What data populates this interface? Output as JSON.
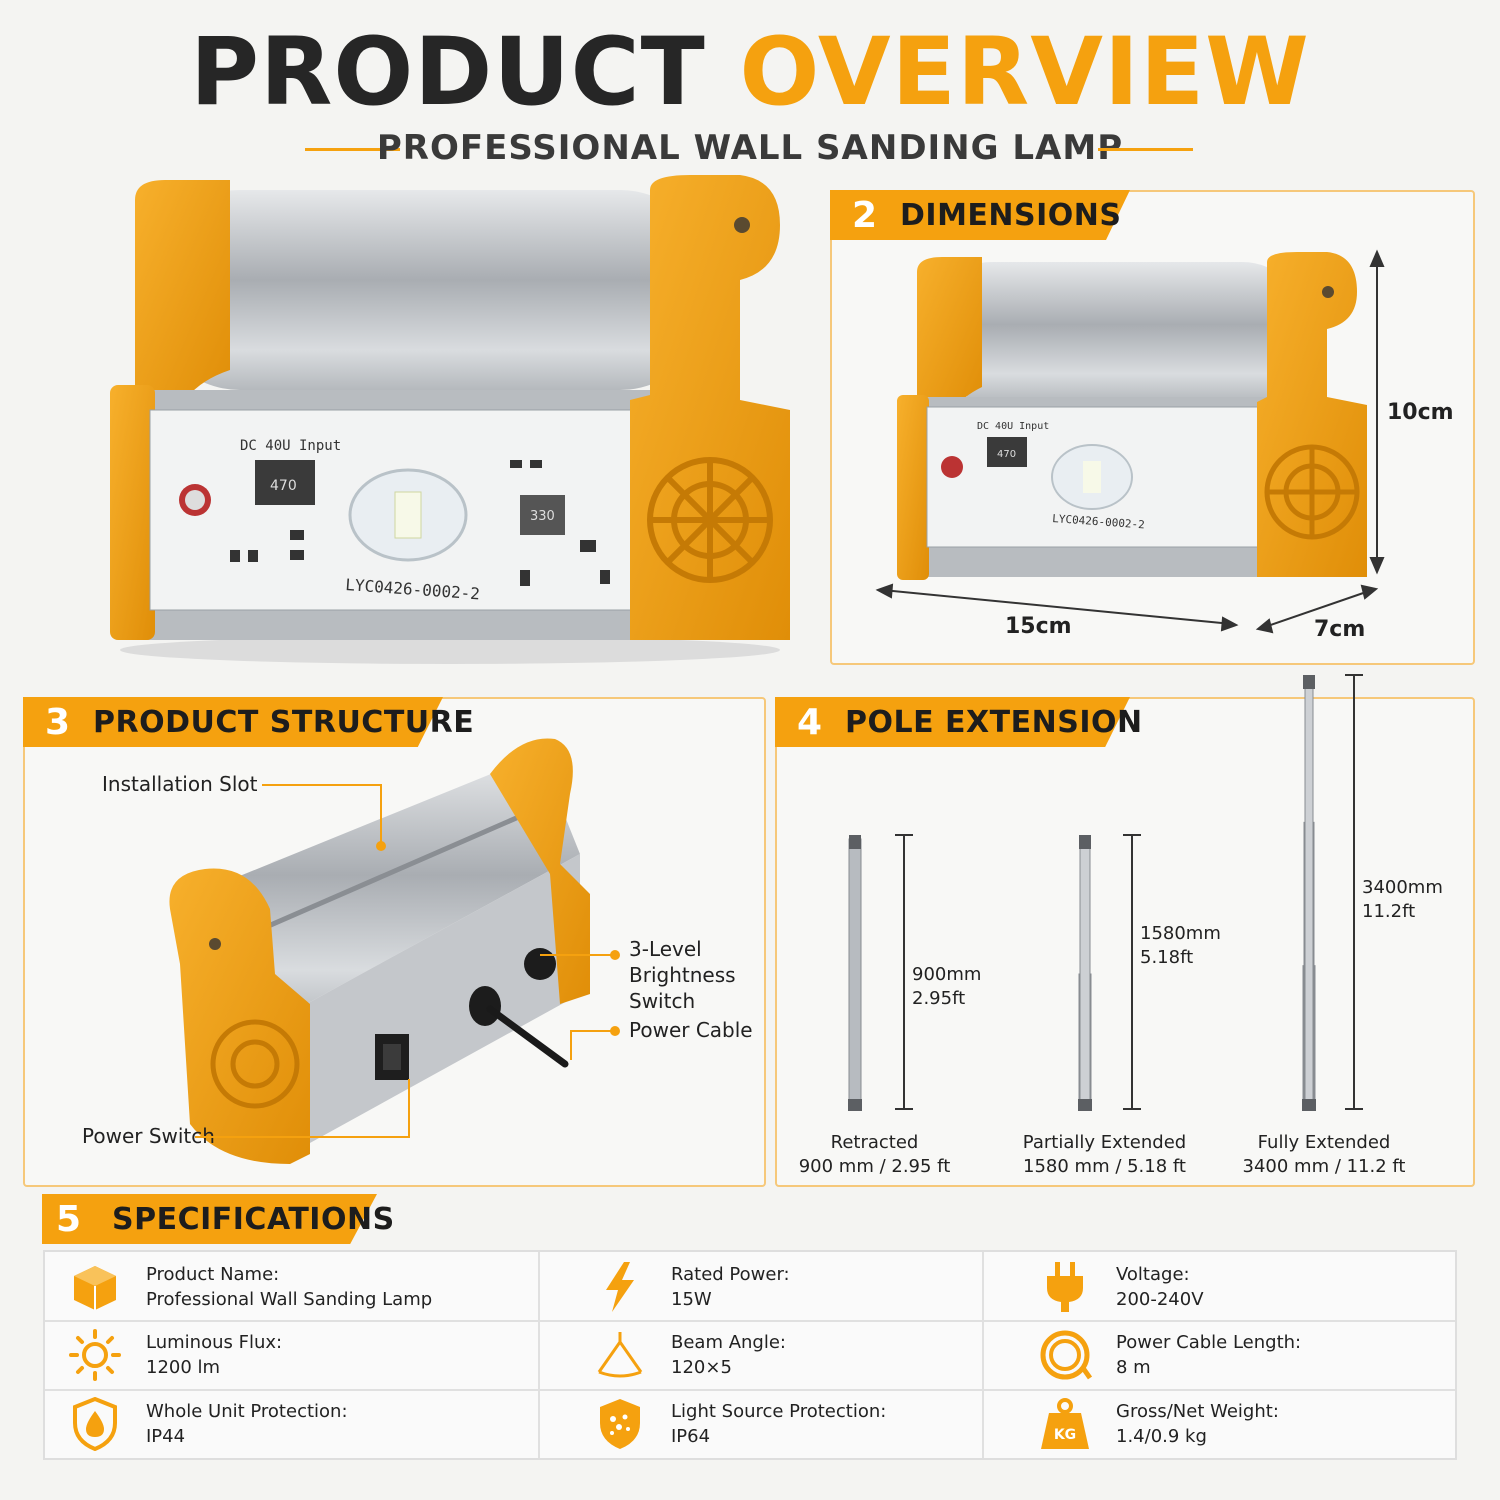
{
  "header": {
    "title_part1": "PRODUCT",
    "title_part2": "OVERVIEW",
    "subtitle": "PROFESSIONAL WALL SANDING LAMP"
  },
  "hero": {
    "board_label_input": "DC 40U Input",
    "board_model": "LYC0426-0002-2",
    "inductor_1": "470",
    "inductor_2": "330"
  },
  "dimensions": {
    "number": "2",
    "label": "DIMENSIONS",
    "height": "10cm",
    "width": "15cm",
    "depth": "7cm",
    "board_label_input": "DC 40U Input",
    "board_model": "LYC0426-0002-2",
    "inductor_1": "470"
  },
  "structure": {
    "number": "3",
    "label": "PRODUCT STRUCTURE",
    "callouts": {
      "slot": "Installation Slot",
      "brightness_line1": "3-Level",
      "brightness_line2": "Brightness Switch",
      "cable": "Power Cable",
      "power": "Power Switch"
    }
  },
  "poles": {
    "number": "4",
    "label": "POLE EXTENSION",
    "items": [
      {
        "len_mm": "900mm",
        "len_ft": "2.95ft",
        "state": "Retracted",
        "summary": "900 mm / 2.95 ft",
        "length_mm": 900
      },
      {
        "len_mm": "1580mm",
        "len_ft": "5.18ft",
        "state": "Partially Extended",
        "summary": "1580 mm / 5.18 ft",
        "length_mm": 1580
      },
      {
        "len_mm": "3400mm",
        "len_ft": "11.2ft",
        "state": "Fully Extended",
        "summary": "3400 mm / 11.2 ft",
        "length_mm": 3400
      }
    ]
  },
  "specs": {
    "number": "5",
    "label": "SPECIFICATIONS",
    "rows": [
      [
        {
          "icon": "box-icon",
          "key": "Product Name:",
          "value": "Professional Wall Sanding Lamp"
        },
        {
          "icon": "lightning-icon",
          "key": "Rated Power:",
          "value": "15W"
        },
        {
          "icon": "plug-icon",
          "key": "Voltage:",
          "value": "200-240V"
        }
      ],
      [
        {
          "icon": "sun-icon",
          "key": "Luminous Flux:",
          "value": "1200 lm"
        },
        {
          "icon": "beam-angle-icon",
          "key": "Beam Angle:",
          "value": "120×5"
        },
        {
          "icon": "cable-coil-icon",
          "key": "Power Cable Length:",
          "value": "8 m"
        }
      ],
      [
        {
          "icon": "water-drop-shield-icon",
          "key": "Whole Unit Protection:",
          "value": "IP44"
        },
        {
          "icon": "dust-shield-icon",
          "key": "Light Source Protection:",
          "value": "IP64"
        },
        {
          "icon": "weight-icon",
          "key": "Gross/Net Weight:",
          "value": "1.4/0.9 kg"
        }
      ]
    ],
    "weight_badge": "KG"
  },
  "colors": {
    "accent": "#f5a10f",
    "dark": "#262626",
    "metal": "#c9ccd0"
  }
}
